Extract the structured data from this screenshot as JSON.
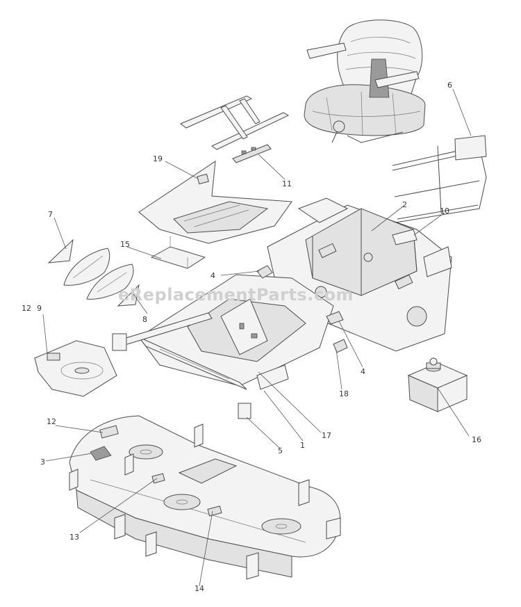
{
  "watermark": "eReplacementParts.com",
  "callouts": {
    "c1": "1",
    "c2": "2",
    "c3": "3",
    "c4a": "4",
    "c4b": "4",
    "c5": "5",
    "c6": "6",
    "c7": "7",
    "c8": "8",
    "c9": "9",
    "c10": "10",
    "c11": "11",
    "c12a": "12",
    "c12b": "12",
    "c13": "13",
    "c14": "14",
    "c15": "15",
    "c16": "16",
    "c17": "17",
    "c18": "18",
    "c19": "19"
  }
}
